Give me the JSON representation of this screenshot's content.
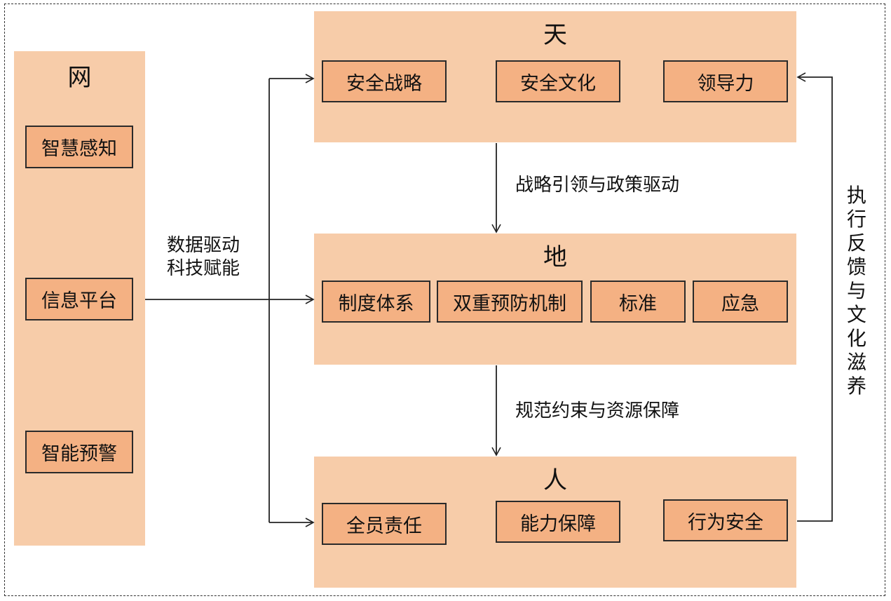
{
  "wang": {
    "title": "网",
    "items": [
      "智慧感知",
      "信息平台",
      "智能预警"
    ]
  },
  "tian": {
    "title": "天",
    "items": [
      "安全战略",
      "安全文化",
      "领导力"
    ]
  },
  "di": {
    "title": "地",
    "items": [
      "制度体系",
      "双重预防机制",
      "标准",
      "应急"
    ]
  },
  "ren": {
    "title": "人",
    "items": [
      "全员责任",
      "能力保障",
      "行为安全"
    ]
  },
  "flows": {
    "data_drive_line1": "数据驱动",
    "data_drive_line2": "科技赋能",
    "tian_to_di": "战略引领与政策驱动",
    "di_to_ren": "规范约束与资源保障",
    "feedback": "执行反馈与文化滋养"
  },
  "colors": {
    "panel": "#f7cca9",
    "box": "#f4b183",
    "line": "#222222"
  }
}
